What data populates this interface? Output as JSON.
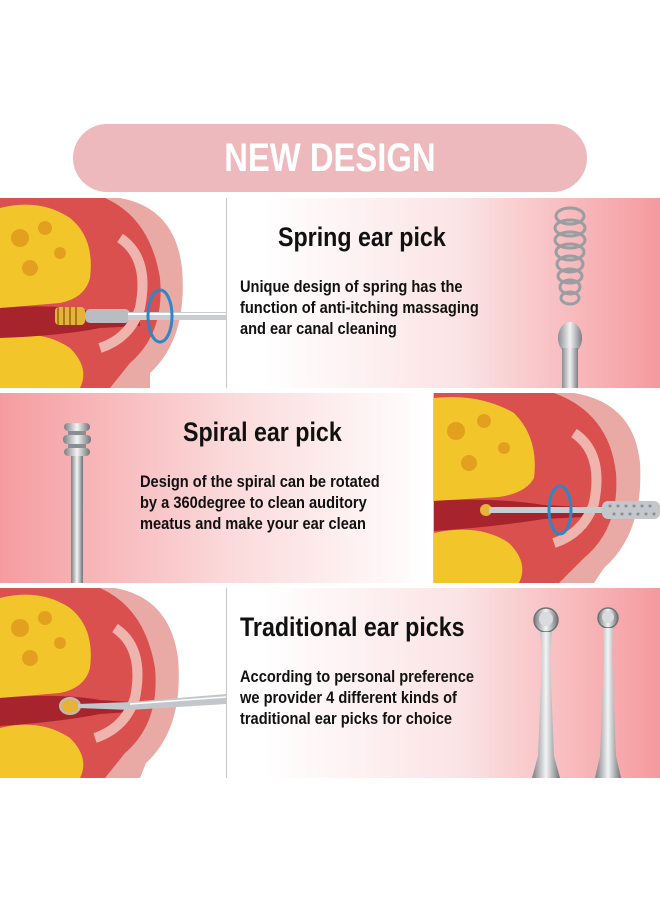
{
  "banner": {
    "text": "NEW DESIGN"
  },
  "sections": [
    {
      "title": "Spring ear pick",
      "lines": [
        "Unique design of spring has the",
        "function  of anti-itching massaging",
        "and ear canal  cleaning"
      ],
      "icons": [
        "ear-cross-section-illustration",
        "spring-ear-pick-tool"
      ]
    },
    {
      "title": "Spiral ear pick",
      "lines": [
        "Design of the spiral can be rotated",
        "by  a 360degree to clean auditory",
        "meatus  and make your ear clean"
      ],
      "icons": [
        "spiral-ear-pick-tool",
        "ear-cross-section-illustration"
      ]
    },
    {
      "title": "Traditional ear picks",
      "lines": [
        "According to personal preference",
        "we  provider 4 different kinds of",
        "traditional  ear picks for choice"
      ],
      "icons": [
        "ear-cross-section-illustration",
        "traditional-ear-pick-tools"
      ]
    }
  ],
  "colors": {
    "banner": "#eeb9bd",
    "gradient_pink": "#f59a9e",
    "ear_red": "#c8313a",
    "bone_yellow": "#f2c62b",
    "metal": "#b9bcc0"
  }
}
